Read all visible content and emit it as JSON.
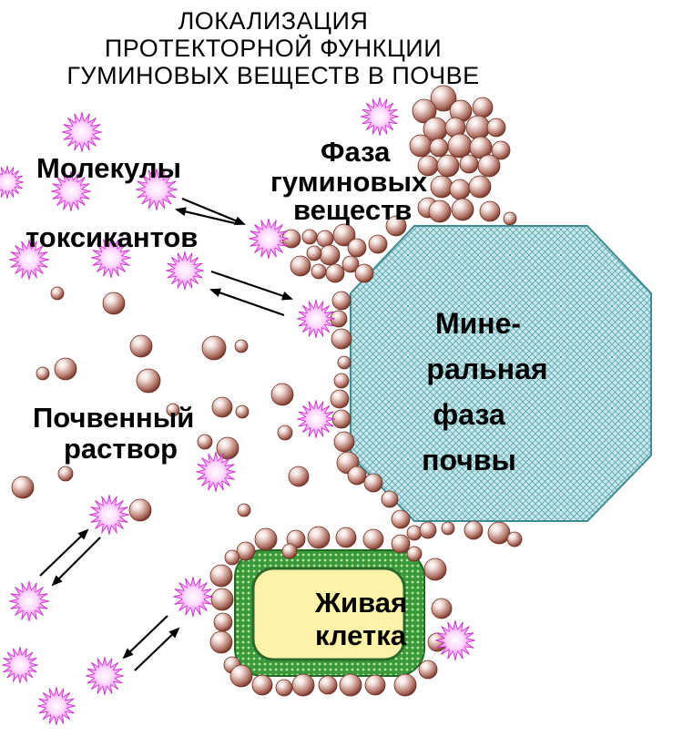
{
  "title": {
    "line1": "ЛОКАЛИЗАЦИЯ",
    "line2": "ПРОТЕКТОРНОЙ ФУНКЦИИ",
    "line3": "ГУМИНОВЫХ ВЕЩЕСТВ В ПОЧВЕ"
  },
  "labels": {
    "toxicants_line1": "Молекулы",
    "toxicants_line2": "токсикантов",
    "humic_line1": "Фаза",
    "humic_line2": "гуминовых",
    "humic_line3": "веществ",
    "solution_line1": "Почвенный",
    "solution_line2": "раствор",
    "mineral_line1": "Мине-",
    "mineral_line2": "ральная",
    "mineral_line3": "фаза",
    "mineral_line4": "почвы",
    "cell_line1": "Живая",
    "cell_line2": "клетка"
  },
  "colors": {
    "toxicant_star": "#e020e0",
    "humic_sphere": "#8b4a3c",
    "mineral_fill": "#bfe3e6",
    "mineral_hatch": "#5aa3ab",
    "cell_outer": "#2e8b2e",
    "cell_inner": "#fdf5b0"
  }
}
